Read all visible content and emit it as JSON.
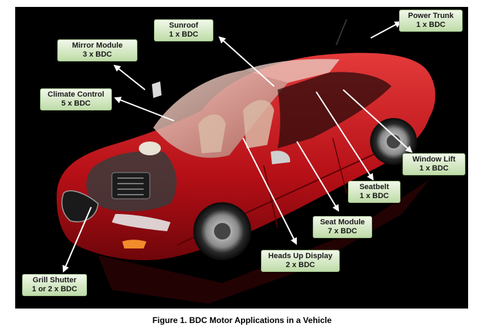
{
  "colors": {
    "background": "#000000",
    "car_body": "#c8141b",
    "callout_fill_top": "#f1f8ea",
    "callout_fill_bottom": "#bfdca8",
    "arrow": "#ffffff"
  },
  "callouts": [
    {
      "name": "Power Trunk",
      "count": "1 x BDC"
    },
    {
      "name": "Sunroof",
      "count": "1 x BDC"
    },
    {
      "name": "Mirror Module",
      "count": "3 x BDC"
    },
    {
      "name": "Climate Control",
      "count": "5 x BDC"
    },
    {
      "name": "Window Lift",
      "count": "1 x BDC"
    },
    {
      "name": "Seatbelt",
      "count": "1 x BDC"
    },
    {
      "name": "Seat Module",
      "count": "7 x BDC"
    },
    {
      "name": "Heads Up Display",
      "count": "2 x BDC"
    },
    {
      "name": "Grill Shutter",
      "count": "1 or 2 x BDC"
    }
  ],
  "caption": "Figure 1. BDC Motor Applications in a Vehicle"
}
